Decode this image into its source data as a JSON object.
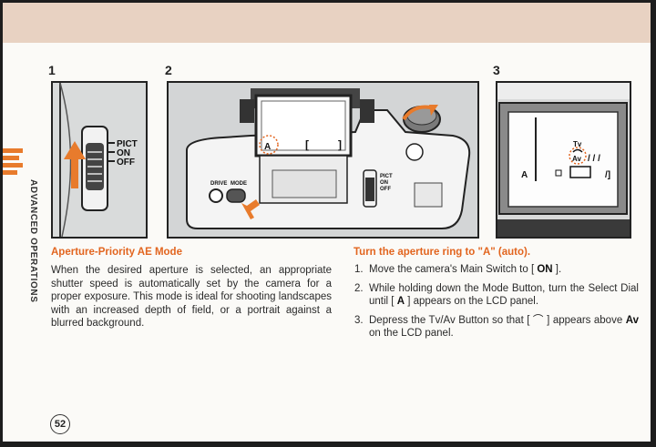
{
  "side_label": "ADVANCED OPERATIONS",
  "figures": [
    {
      "number": "1",
      "labels": [
        "PICT",
        "ON",
        "OFF"
      ]
    },
    {
      "number": "2",
      "labels": [
        "DRIVE",
        "MODE",
        "PICT",
        "ON",
        "OFF",
        "A"
      ]
    },
    {
      "number": "3",
      "labels": [
        "Tv",
        "Av",
        "A"
      ]
    }
  ],
  "left_section": {
    "title": "Aperture-Priority AE Mode",
    "text": "When the desired aperture is selected, an appropriate shutter speed is automatically set by the camera for a proper exposure. This mode is ideal for shooting landscapes with an increased depth of field, or a portrait against a blurred background."
  },
  "right_section": {
    "title": "Turn the aperture ring to \"A\" (auto).",
    "steps": [
      {
        "num": "1.",
        "parts": [
          "Move the camera's Main Switch to [ ",
          "ON",
          " ]."
        ]
      },
      {
        "num": "2.",
        "parts": [
          "While holding down the Mode Button, turn the Select Dial until [ ",
          "A",
          " ] appears on the LCD panel."
        ]
      },
      {
        "num": "3.",
        "parts": [
          "Depress the Tv/Av Button so that [ ⌒ ] appears above ",
          "Av",
          " on the LCD panel."
        ]
      }
    ]
  },
  "page_number": "52",
  "colors": {
    "accent": "#e2651f",
    "arrow": "#e87b2c",
    "band": "#e8d2c2"
  }
}
